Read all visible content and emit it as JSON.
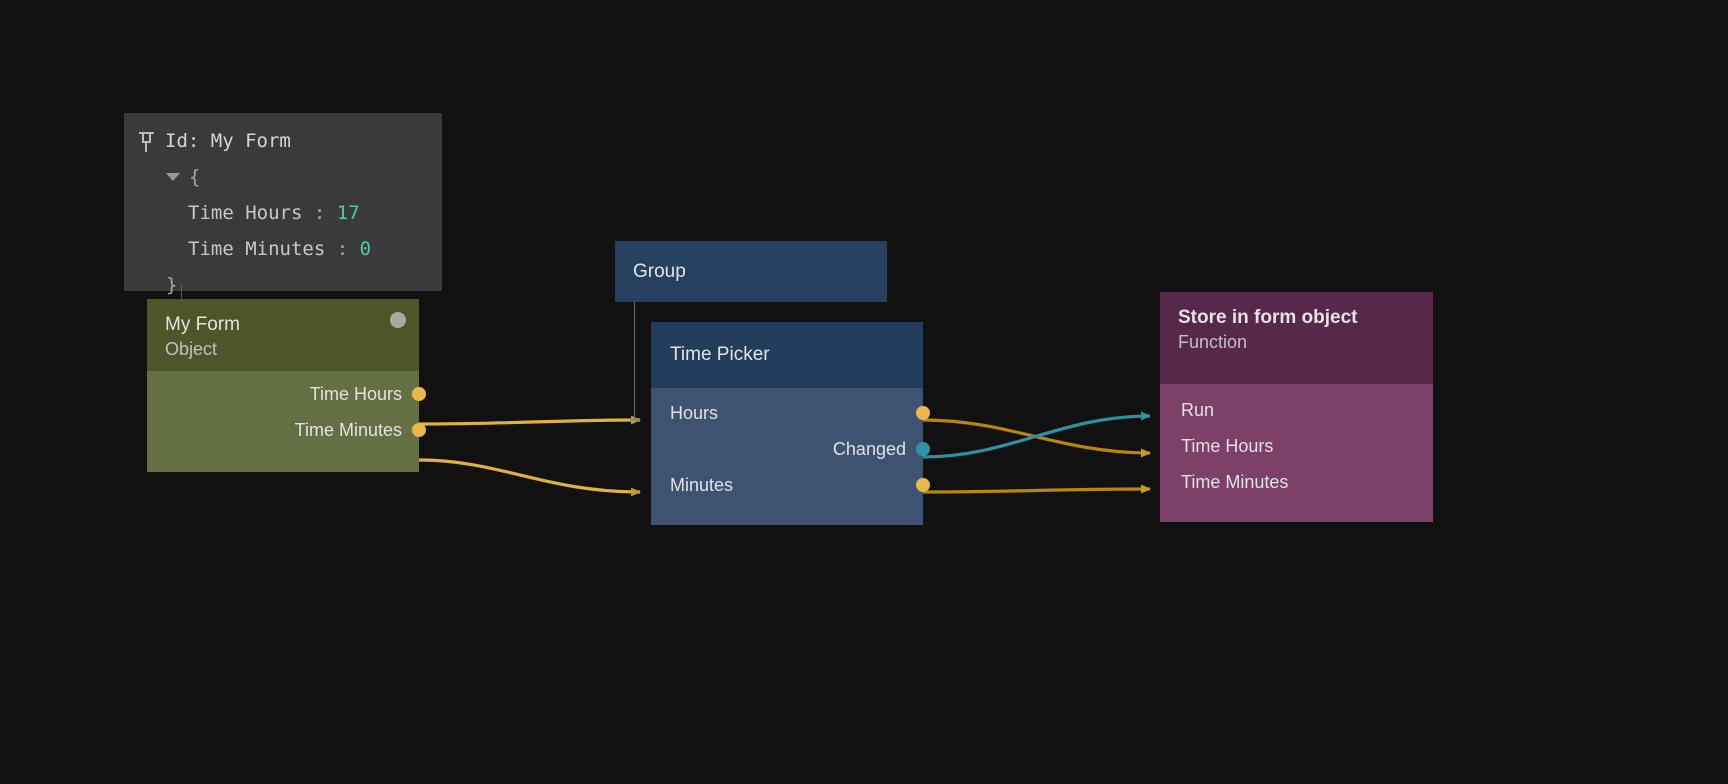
{
  "canvas": {
    "background": "#111111"
  },
  "inspector": {
    "pin_icon": "pin-icon",
    "title": "Id: My Form",
    "open_brace": "{",
    "close_brace": "}",
    "expand_icon": "triangle-down-icon",
    "properties": [
      {
        "key": "Time Hours",
        "separator": ":",
        "value": "17"
      },
      {
        "key": "Time Minutes",
        "separator": ":",
        "value": "0"
      }
    ],
    "value_color": "#4ec9b0",
    "background": "#3a3a3a"
  },
  "nodes": {
    "my_form": {
      "title": "My Form",
      "subtitle": "Object",
      "header_color": "#4c5629",
      "body_color": "#656f44",
      "status_dot": "status-indicator",
      "outputs": [
        {
          "label": "Time Hours"
        },
        {
          "label": "Time Minutes"
        }
      ]
    },
    "group": {
      "title": "Group",
      "header_color": "#25415f"
    },
    "time_picker": {
      "title": "Time Picker",
      "header_color": "#223d5b",
      "body_color": "#3e5372",
      "inputs": [
        {
          "label": "Hours"
        },
        {
          "label": "Minutes"
        }
      ],
      "outputs": [
        {
          "label": "Changed"
        }
      ]
    },
    "store_in_form_object": {
      "title": "Store in form object",
      "subtitle": "Function",
      "header_color": "#58284a",
      "body_color": "#7c4069",
      "inputs": [
        {
          "label": "Run"
        },
        {
          "label": "Time Hours"
        },
        {
          "label": "Time Minutes"
        }
      ]
    }
  },
  "connections": {
    "signal_color": "#2f93a8",
    "data_color": "#b8860b",
    "port_color": "#e8b84b",
    "edges": [
      {
        "from": "my_form.Time Hours",
        "to": "time_picker.Hours",
        "type": "data"
      },
      {
        "from": "my_form.Time Minutes",
        "to": "time_picker.Minutes",
        "type": "data"
      },
      {
        "from": "time_picker.Changed",
        "to": "store_in_form_object.Run",
        "type": "signal"
      },
      {
        "from": "time_picker.Hours",
        "to": "store_in_form_object.Time Hours",
        "type": "data"
      },
      {
        "from": "time_picker.Minutes",
        "to": "store_in_form_object.Time Minutes",
        "type": "data"
      }
    ]
  }
}
